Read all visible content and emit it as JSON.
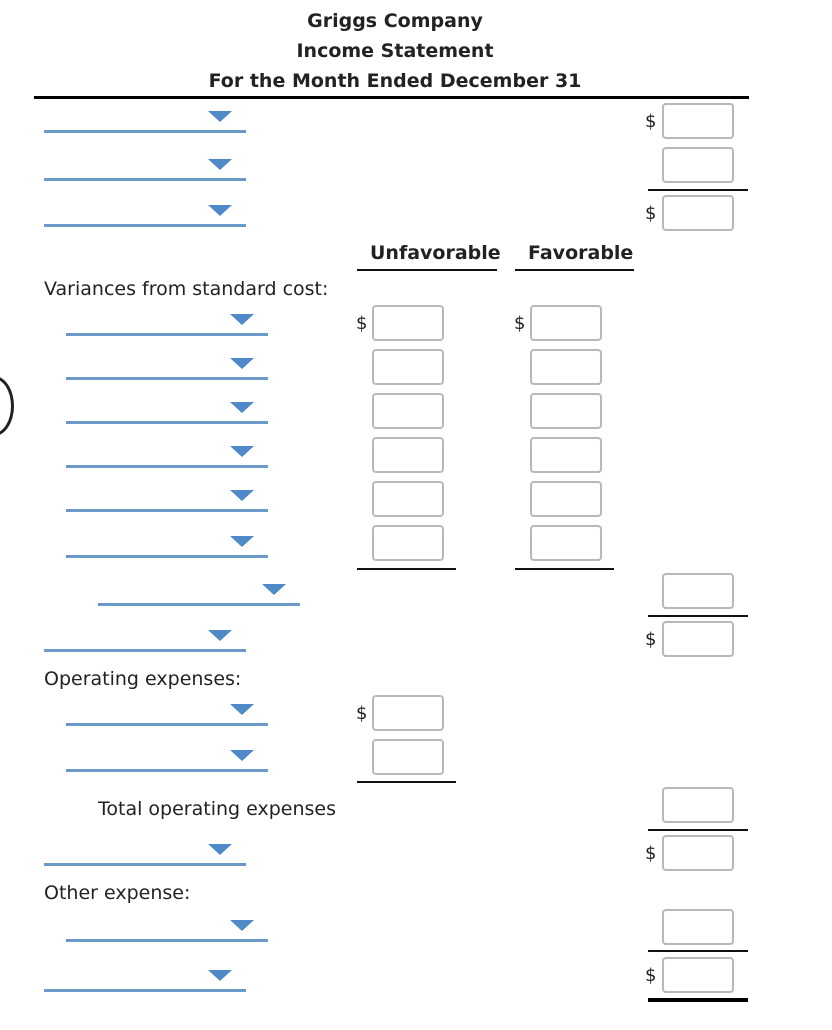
{
  "header": {
    "company": "Griggs Company",
    "statement": "Income Statement",
    "period": "For the Month Ended December 31"
  },
  "columns": {
    "unfavorable": "Unfavorable",
    "favorable": "Favorable"
  },
  "labels": {
    "variances": "Variances from standard cost:",
    "operating_expenses": "Operating expenses:",
    "total_operating_expenses": "Total operating expenses",
    "other_expense": "Other expense:"
  },
  "currency": "$",
  "icons": {
    "dropdown": "chevron-down-icon",
    "circle": "radio-circle-icon"
  },
  "colors": {
    "dropdown_line": "#6d99c8",
    "dropdown_arrow": "#4f89c7",
    "input_border": "#b8b8b8"
  }
}
